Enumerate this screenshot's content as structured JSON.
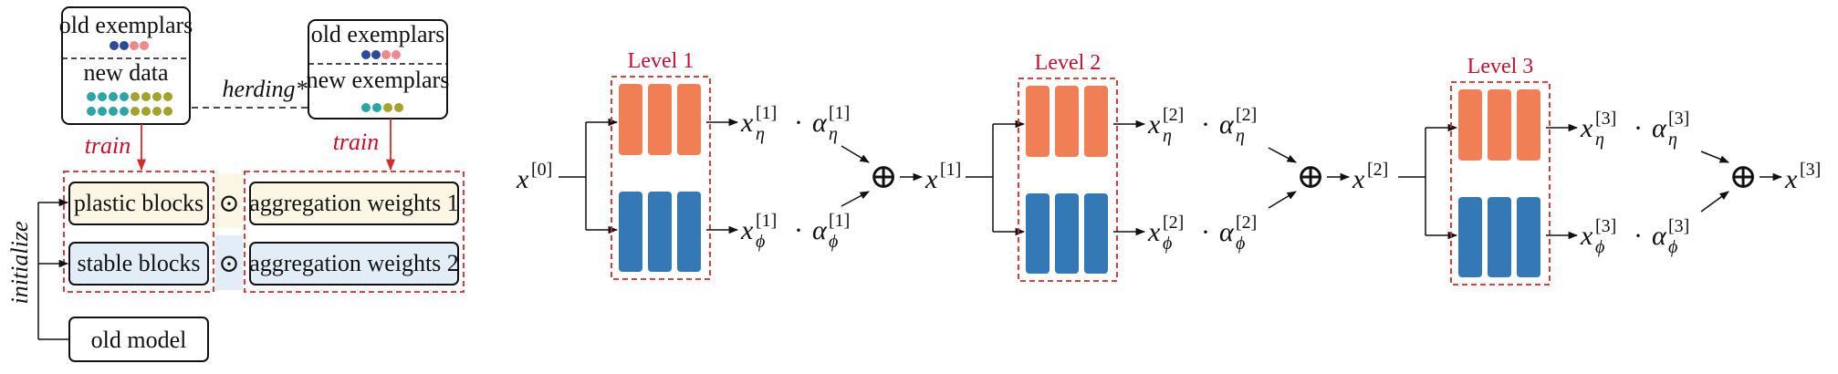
{
  "left_panel": {
    "data_box": {
      "old_exemplars": "old exemplars",
      "new_data": "new data"
    },
    "exemplar_box": {
      "old_exemplars": "old exemplars",
      "new_exemplars": "new exemplars"
    },
    "herding_label": "herding*",
    "train_label_1": "train",
    "train_label_2": "train",
    "initialize_label": "initialize",
    "plastic_blocks": "plastic blocks",
    "stable_blocks": "stable blocks",
    "odot_symbol": "⊙",
    "aggregation_weights_1": "aggregation weights 1",
    "aggregation_weights_2": "aggregation weights 2",
    "old_model": "old model",
    "colors": {
      "dark_blue": "#2b4a9e",
      "pink": "#f08a8a",
      "teal": "#2aa6a6",
      "olive": "#a3a32a",
      "red_dashed": "#d42a2a",
      "yellow_bg": "#fbf7e4",
      "blue_bg": "#e3edf7"
    }
  },
  "right_panel": {
    "input": {
      "base": "x",
      "sup": "[0]"
    },
    "levels": [
      {
        "title": "Level 1",
        "top_output": {
          "base": "x",
          "sub": "η",
          "sup": "[1]",
          "alpha": "α",
          "alpha_sub": "η",
          "alpha_sup": "[1]"
        },
        "bottom_output": {
          "base": "x",
          "sub": "ϕ",
          "sup": "[1]",
          "alpha": "α",
          "alpha_sub": "ϕ",
          "alpha_sup": "[1]"
        },
        "result": {
          "base": "x",
          "sup": "[1]"
        }
      },
      {
        "title": "Level 2",
        "top_output": {
          "base": "x",
          "sub": "η",
          "sup": "[2]",
          "alpha": "α",
          "alpha_sub": "η",
          "alpha_sup": "[2]"
        },
        "bottom_output": {
          "base": "x",
          "sub": "ϕ",
          "sup": "[2]",
          "alpha": "α",
          "alpha_sub": "ϕ",
          "alpha_sup": "[2]"
        },
        "result": {
          "base": "x",
          "sup": "[2]"
        }
      },
      {
        "title": "Level 3",
        "top_output": {
          "base": "x",
          "sub": "η",
          "sup": "[3]",
          "alpha": "α",
          "alpha_sub": "η",
          "alpha_sup": "[3]"
        },
        "bottom_output": {
          "base": "x",
          "sub": "ϕ",
          "sup": "[3]",
          "alpha": "α",
          "alpha_sub": "ϕ",
          "alpha_sup": "[3]"
        },
        "result": {
          "base": "x",
          "sup": "[3]"
        }
      }
    ],
    "plus_symbol": "⊕",
    "dot_symbol": "·",
    "colors": {
      "orange": "#f07f55",
      "blue": "#3478b6",
      "red_dashed": "#d42a2a",
      "level_title": "#c8102e"
    }
  }
}
